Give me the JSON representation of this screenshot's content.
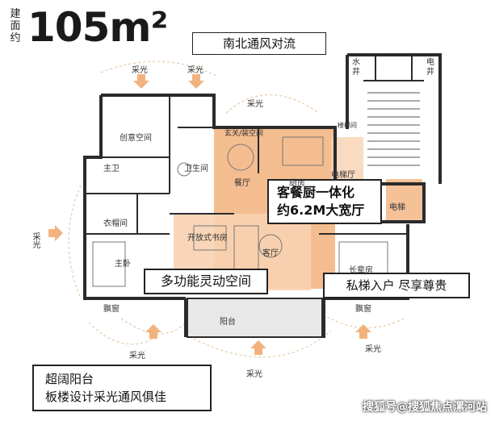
{
  "area": {
    "label": "建面约",
    "value": "105m²"
  },
  "callouts": {
    "ventilation": "南北通风对流",
    "living_dining": [
      "客餐厨一体化",
      "约6.2M大宽厅"
    ],
    "multifunction": "多功能灵动空间",
    "private_lift": "私梯入户 尽享尊贵"
  },
  "bottom_note": [
    "超阔阳台",
    "板楼设计采光通风俱佳"
  ],
  "rooms": {
    "creative": "创意空间",
    "master_bath": "主卫",
    "bath": "卫生间",
    "dining": "餐厅",
    "kitchen": "厨房",
    "entry": "玄关/装空间",
    "stairs": "楼梯间",
    "lift_hall": "电梯厅",
    "lift": "电梯",
    "water_shaft": "水井",
    "elec_shaft": "电井",
    "walk_in": "衣帽间",
    "master_bed": "主卧",
    "study": "开放式书房",
    "living": "客厅",
    "elder_room": "长辈房",
    "bay_left": "飘窗",
    "bay_right": "飘窗",
    "balcony": "阳台"
  },
  "light_label": "采光",
  "watermark": "搜狐号@搜狐焦点漯河站",
  "colors": {
    "accent_orange": "#F2B27D",
    "light_orange": "#F8D2B1",
    "wall": "#2b2b2b",
    "balcony": "#e8e8e8"
  }
}
